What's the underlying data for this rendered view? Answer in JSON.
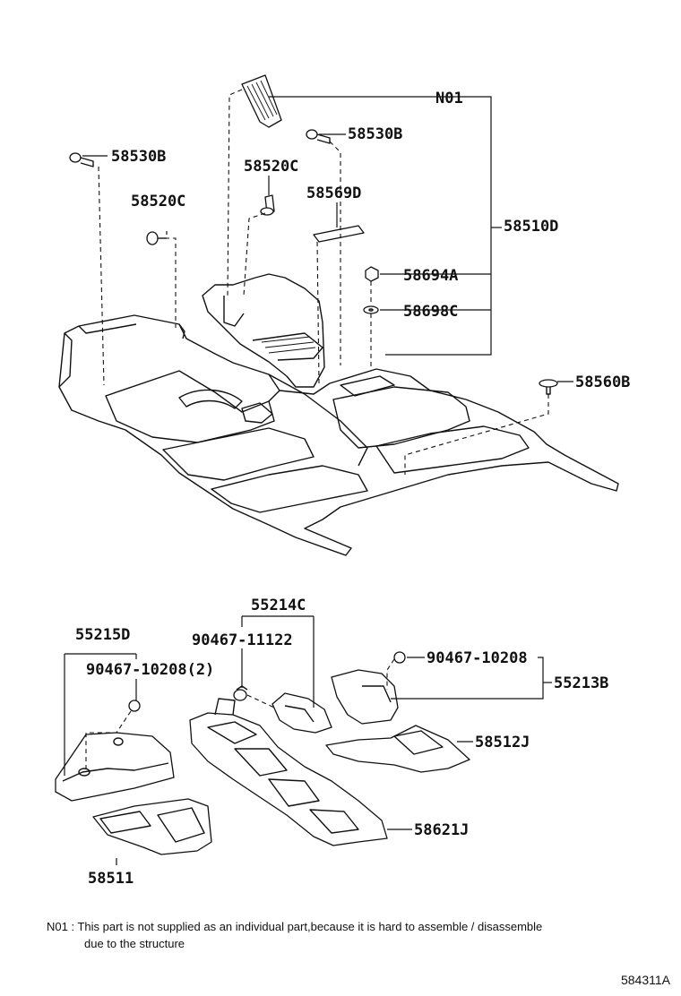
{
  "labels": {
    "n01": "N01",
    "p58530b_right": "58530B",
    "p58530b_left": "58530B",
    "p58520c_upper": "58520C",
    "p58520c_lower": "58520C",
    "p58569d": "58569D",
    "p58510d": "58510D",
    "p58694a": "58694A",
    "p58698c": "58698C",
    "p58560b": "58560B",
    "p55214c": "55214C",
    "p90467_11122": "90467-11122",
    "p55215d": "55215D",
    "p90467_10208_2": "90467-10208(2)",
    "p90467_10208": "90467-10208",
    "p55213b": "55213B",
    "p58512j": "58512J",
    "p58621j": "58621J",
    "p58511": "58511"
  },
  "note": {
    "line1": "N01 : This part is not supplied as an individual part,because it is hard to assemble / disassemble",
    "line2": "due to the structure"
  },
  "figure_code": "584311A"
}
